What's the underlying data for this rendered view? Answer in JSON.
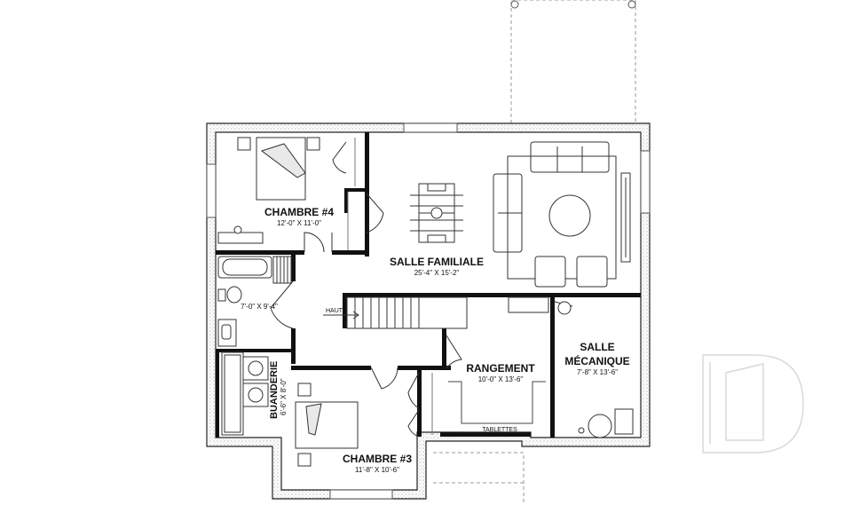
{
  "rooms": {
    "chambre4": {
      "name": "CHAMBRE #4",
      "dim": "12'-0\" X 11'-0\""
    },
    "salle_familiale": {
      "name": "SALLE FAMILIALE",
      "dim": "25'-4\" X 15'-2\""
    },
    "salle_bain": {
      "dim": "7'-0\" X 9'-4\""
    },
    "buanderie": {
      "name": "BUANDERIE",
      "dim": "6'-6\" X 8'-0\""
    },
    "rangement": {
      "name": "RANGEMENT",
      "dim": "10'-0\" X 13'-6\""
    },
    "salle_mecanique": {
      "name_line1": "SALLE",
      "name_line2": "MÉCANIQUE",
      "dim": "7'-8\" X 13'-6\""
    },
    "chambre3": {
      "name": "CHAMBRE #3",
      "dim": "11'-8\" X 10'-6\""
    }
  },
  "labels": {
    "stairs": "HAUT",
    "shelves": "TABLETTES"
  },
  "colors": {
    "wall": "#111111",
    "line": "#333333",
    "hatch": "#bdbdbd",
    "watermark": "#d9d9d9"
  }
}
